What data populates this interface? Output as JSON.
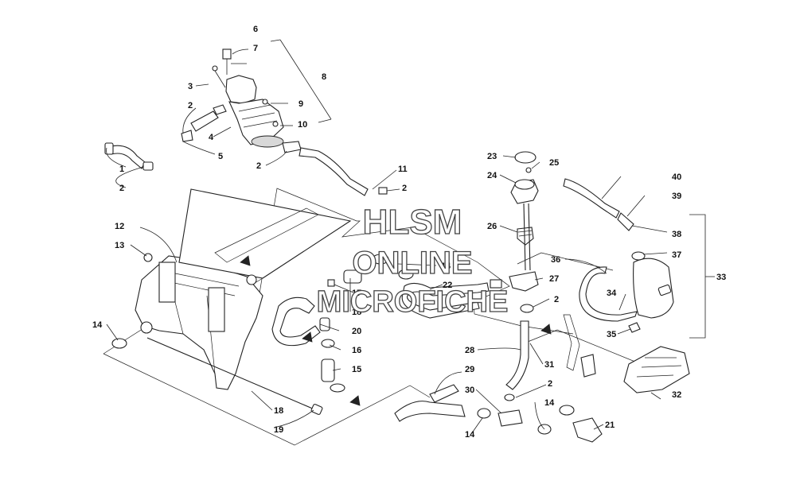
{
  "watermark": {
    "line1": "HLSM",
    "line2": "ONLINE",
    "line3": "MICROFICHE"
  },
  "callouts": [
    {
      "id": "c6",
      "label": "6"
    },
    {
      "id": "c7",
      "label": "7"
    },
    {
      "id": "c8",
      "label": "8"
    },
    {
      "id": "c3",
      "label": "3"
    },
    {
      "id": "c9",
      "label": "9"
    },
    {
      "id": "c2a",
      "label": "2"
    },
    {
      "id": "c10",
      "label": "10"
    },
    {
      "id": "c4",
      "label": "4"
    },
    {
      "id": "c5",
      "label": "5"
    },
    {
      "id": "c2b",
      "label": "2"
    },
    {
      "id": "c1",
      "label": "1"
    },
    {
      "id": "c2c",
      "label": "2"
    },
    {
      "id": "c11",
      "label": "11"
    },
    {
      "id": "c2d",
      "label": "2"
    },
    {
      "id": "c23",
      "label": "23"
    },
    {
      "id": "c25",
      "label": "25"
    },
    {
      "id": "c24",
      "label": "24"
    },
    {
      "id": "c40",
      "label": "40"
    },
    {
      "id": "c39",
      "label": "39"
    },
    {
      "id": "c26",
      "label": "26"
    },
    {
      "id": "c38",
      "label": "38"
    },
    {
      "id": "c12",
      "label": "12"
    },
    {
      "id": "c13",
      "label": "13"
    },
    {
      "id": "c37",
      "label": "37"
    },
    {
      "id": "c33",
      "label": "33"
    },
    {
      "id": "c14a",
      "label": "14"
    },
    {
      "id": "c36",
      "label": "36"
    },
    {
      "id": "c27",
      "label": "27"
    },
    {
      "id": "c22",
      "label": "22"
    },
    {
      "id": "c17",
      "label": "17"
    },
    {
      "id": "c2e",
      "label": "2"
    },
    {
      "id": "c34",
      "label": "34"
    },
    {
      "id": "c18a",
      "label": "18"
    },
    {
      "id": "c14b",
      "label": "14"
    },
    {
      "id": "c20",
      "label": "20"
    },
    {
      "id": "c35",
      "label": "35"
    },
    {
      "id": "c16",
      "label": "16"
    },
    {
      "id": "c28",
      "label": "28"
    },
    {
      "id": "c31",
      "label": "31"
    },
    {
      "id": "c29",
      "label": "29"
    },
    {
      "id": "c15",
      "label": "15"
    },
    {
      "id": "c2f",
      "label": "2"
    },
    {
      "id": "c30",
      "label": "30"
    },
    {
      "id": "c14c",
      "label": "14"
    },
    {
      "id": "c32",
      "label": "32"
    },
    {
      "id": "c18b",
      "label": "18"
    },
    {
      "id": "c21",
      "label": "21"
    },
    {
      "id": "c19",
      "label": "19"
    },
    {
      "id": "c14d",
      "label": "14"
    }
  ]
}
